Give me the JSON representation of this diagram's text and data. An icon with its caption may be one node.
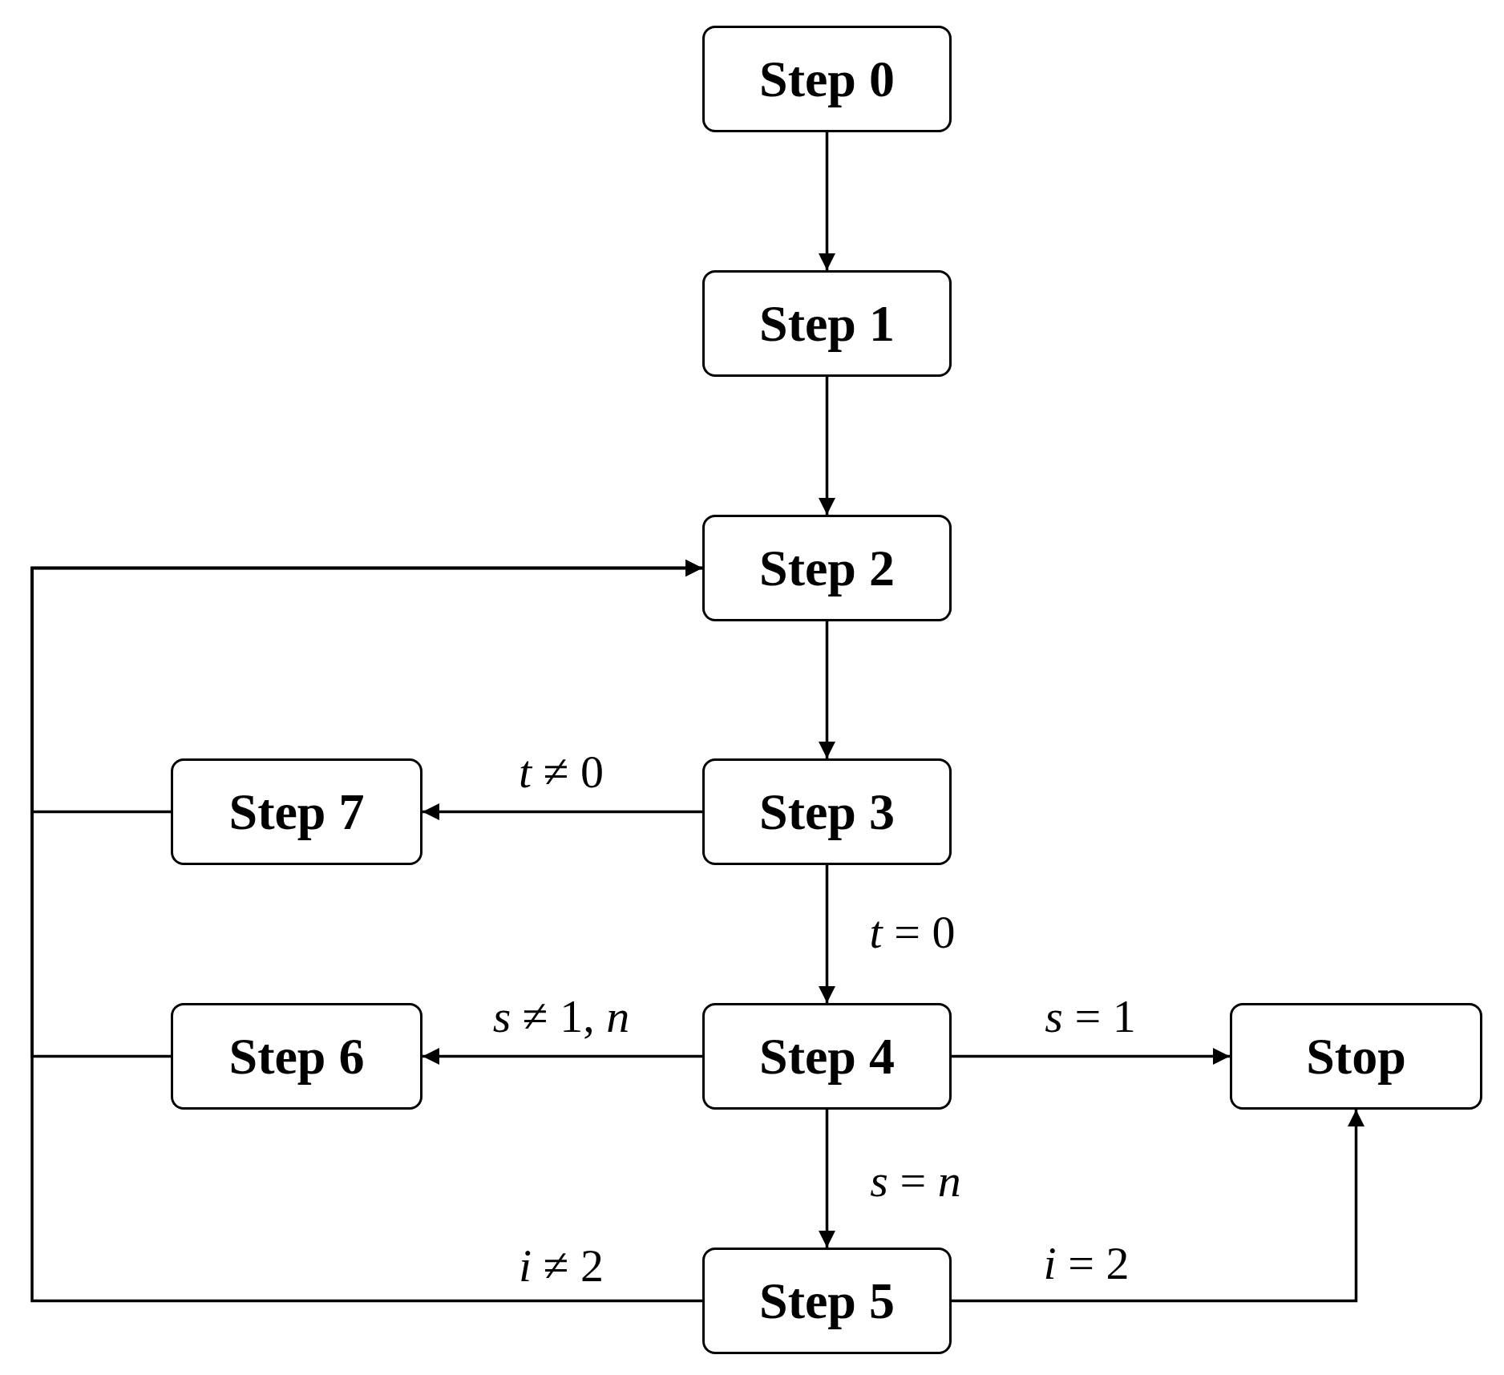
{
  "diagram": {
    "nodes": [
      {
        "text": [
          "Step 0"
        ]
      },
      {
        "text": [
          "Step 1"
        ]
      },
      {
        "text": [
          "Step 2"
        ]
      },
      {
        "text": [
          "Step 7"
        ]
      },
      {
        "text": [
          "Step 3"
        ]
      },
      {
        "text": [
          "Step 6"
        ]
      },
      {
        "text": [
          "Step 4"
        ]
      },
      {
        "text": [
          "Stop"
        ]
      },
      {
        "text": [
          "Step 5"
        ]
      }
    ],
    "edges": [
      {
        "from": 0,
        "to": 1,
        "arrow": "to"
      },
      {
        "from": 1,
        "to": 2,
        "arrow": "to"
      },
      {
        "from": 2,
        "to": 4,
        "arrow": "to"
      },
      {
        "from": 4,
        "to": 3,
        "arrow": "to",
        "label": "*t* ≠ 0"
      },
      {
        "from": 4,
        "to": 6,
        "arrow": "to",
        "label": "*t* = 0"
      },
      {
        "from": 6,
        "to": 5,
        "arrow": "to",
        "label": "*s* ≠ 1, *n*"
      },
      {
        "from": 6,
        "to": 7,
        "arrow": "to",
        "label": "*s* = 1"
      },
      {
        "from": 6,
        "to": 8,
        "arrow": "to",
        "label": "*s* = *n*"
      },
      {
        "from": 8,
        "to": 7,
        "arrow": "to",
        "label": "*i* = 2"
      },
      {
        "from": 3,
        "to": 2,
        "arrow": "to"
      },
      {
        "from": 5,
        "to": 2,
        "arrow": "to"
      },
      {
        "from": 8,
        "to": 2,
        "arrow": "to",
        "label": "*i* ≠ 2"
      }
    ]
  }
}
